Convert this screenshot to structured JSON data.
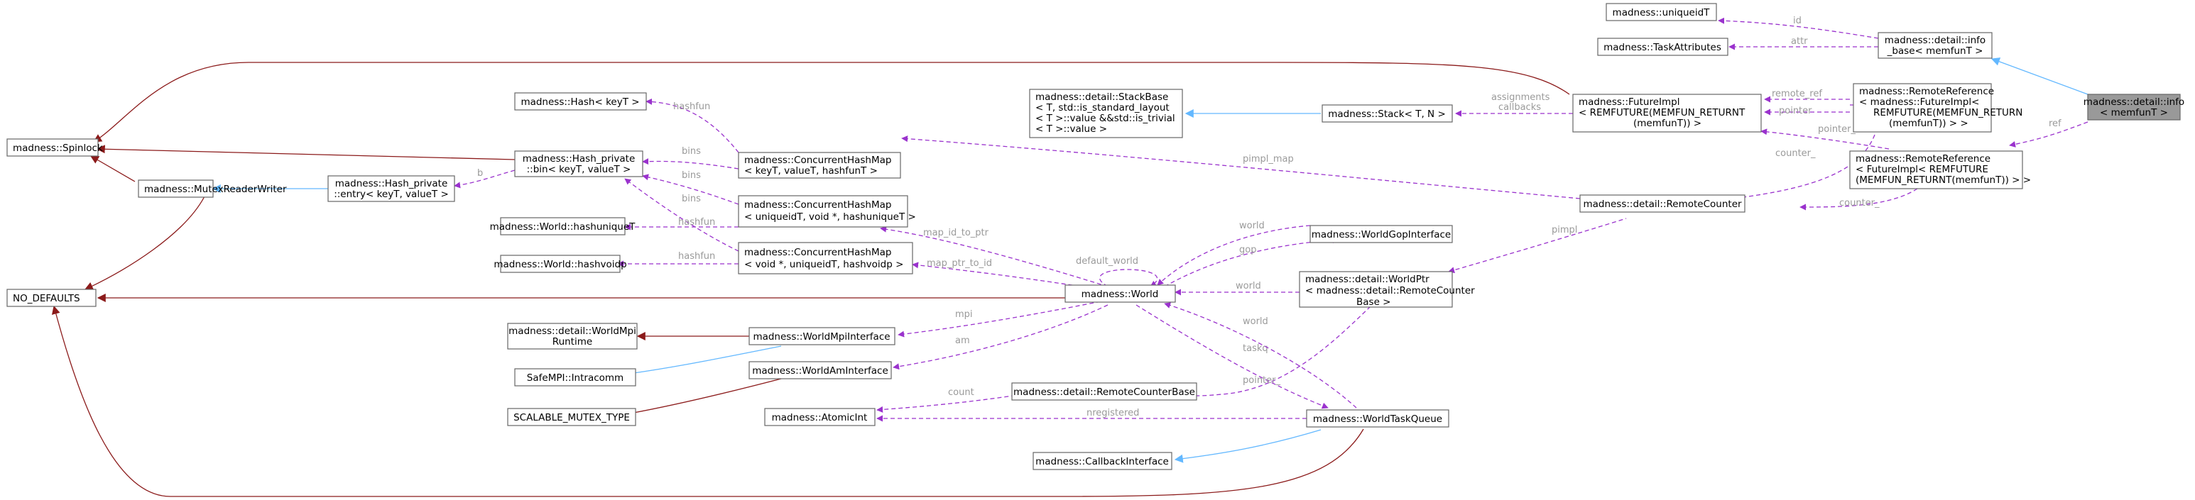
{
  "colors": {
    "inheritance_public": "#63b8ff",
    "usage": "#9a32cd",
    "private_base": "#8b1a1a",
    "focus_fill": "#999999",
    "node_border": "#666666",
    "label": "#9a9a9a"
  },
  "nodes": {
    "focus": {
      "lines": [
        "madness::detail::info",
        "< memfunT >"
      ]
    },
    "info_base": {
      "lines": [
        "madness::detail::info",
        "_base< memfunT >"
      ]
    },
    "uniqueidT": {
      "lines": [
        "madness::uniqueidT"
      ]
    },
    "task_attributes": {
      "lines": [
        "madness::TaskAttributes"
      ]
    },
    "remote_ref_1": {
      "lines": [
        "madness::RemoteReference",
        "< madness::FutureImpl<",
        "REMFUTURE(MEMFUN_RETURN",
        "(memfunT)) > >"
      ]
    },
    "remote_ref_2": {
      "lines": [
        "madness::RemoteReference",
        "< FutureImpl< REMFUTURE",
        "(MEMFUN_RETURNT(memfunT)) > >"
      ]
    },
    "future_impl": {
      "lines": [
        "madness::FutureImpl",
        "< REMFUTURE(MEMFUN_RETURNT",
        "(memfunT)) >"
      ]
    },
    "spinlock": {
      "lines": [
        "madness::Spinlock"
      ]
    },
    "stack": {
      "lines": [
        "madness::Stack< T, N >"
      ]
    },
    "stack_base": {
      "lines": [
        "madness::detail::StackBase",
        "< T, std::is_standard_layout",
        "< T >::value &&std::is_trivial",
        "< T >::value >"
      ]
    },
    "remote_counter": {
      "lines": [
        "madness::detail::RemoteCounter"
      ]
    },
    "hash": {
      "lines": [
        "madness::Hash< keyT >"
      ]
    },
    "chm_keyT": {
      "lines": [
        "madness::ConcurrentHashMap",
        "< keyT, valueT, hashfunT >"
      ]
    },
    "hash_private_bin": {
      "lines": [
        "madness::Hash_private",
        "::bin< keyT, valueT >"
      ]
    },
    "mutex_rw": {
      "lines": [
        "madness::MutexReaderWriter"
      ]
    },
    "hash_private_entry": {
      "lines": [
        "madness::Hash_private",
        "::entry< keyT, valueT >"
      ]
    },
    "world_hashuniqueT": {
      "lines": [
        "madness::World::hashuniqueT"
      ]
    },
    "chm_uniqueidT": {
      "lines": [
        "madness::ConcurrentHashMap",
        "< uniqueidT, void *, hashuniqueT >"
      ]
    },
    "world_gop": {
      "lines": [
        "madness::WorldGopInterface"
      ]
    },
    "world_hashvoidp": {
      "lines": [
        "madness::World::hashvoidp"
      ]
    },
    "chm_voidp": {
      "lines": [
        "madness::ConcurrentHashMap",
        "< void *, uniqueidT, hashvoidp >"
      ]
    },
    "world_ptr": {
      "lines": [
        "madness::detail::WorldPtr",
        "< madness::detail::RemoteCounter",
        "Base >"
      ]
    },
    "no_defaults": {
      "lines": [
        "NO_DEFAULTS"
      ]
    },
    "world": {
      "lines": [
        "madness::World"
      ]
    },
    "world_mpi_runtime": {
      "lines": [
        "madness::detail::WorldMpi",
        "Runtime"
      ]
    },
    "world_mpi_interface": {
      "lines": [
        "madness::WorldMpiInterface"
      ]
    },
    "intracomm": {
      "lines": [
        "SafeMPI::Intracomm"
      ]
    },
    "world_am": {
      "lines": [
        "madness::WorldAmInterface"
      ]
    },
    "scalable_mutex": {
      "lines": [
        "SCALABLE_MUTEX_TYPE"
      ]
    },
    "remote_counter_base": {
      "lines": [
        "madness::detail::RemoteCounterBase"
      ]
    },
    "atomic_int": {
      "lines": [
        "madness::AtomicInt"
      ]
    },
    "world_task_queue": {
      "lines": [
        "madness::WorldTaskQueue"
      ]
    },
    "callback_interface": {
      "lines": [
        "madness::CallbackInterface"
      ]
    }
  },
  "labels": {
    "id": "id",
    "attr": "attr",
    "remote_ref": "remote_ref",
    "pointer_a": "pointer",
    "ref": "ref",
    "pointer_b": "pointer_",
    "counter_a": "counter_",
    "counter_b": "counter_",
    "assignments": "assignments",
    "callbacks": "callbacks",
    "pimpl_map": "pimpl_map",
    "hashfun_a": "hashfun",
    "bins_a": "bins",
    "b": "b",
    "bins_b": "bins",
    "bins_c": "bins",
    "hashfun_b": "hashfun",
    "hashfun_c": "hashfun",
    "map_id_to_ptr": "map_id_to_ptr",
    "map_ptr_to_id": "map_ptr_to_id",
    "world_a": "world",
    "gop": "gop",
    "default_world": "default_world",
    "pimpl": "pimpl",
    "world_b": "world",
    "world_c": "world",
    "mpi": "mpi",
    "am": "am",
    "taskq": "taskq",
    "pointer_c": "pointer_",
    "count": "count",
    "nregistered": "nregistered"
  }
}
